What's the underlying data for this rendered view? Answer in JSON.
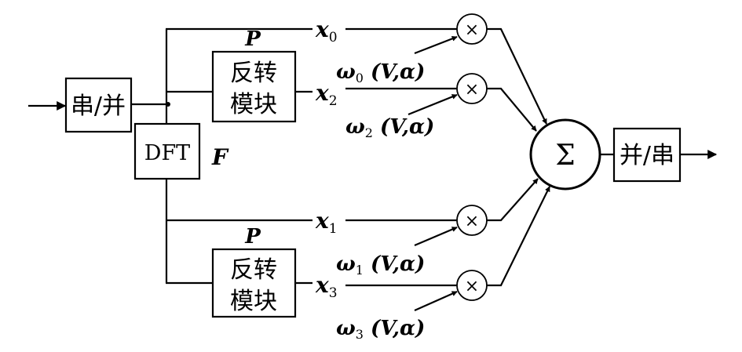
{
  "blocks": {
    "serial_to_parallel": "串/并",
    "dft": "DFT",
    "dft_matrix": "F",
    "flip_top_line1": "反转",
    "flip_top_line2": "模块",
    "flip_bottom_line1": "反转",
    "flip_bottom_line2": "模块",
    "perm_top": "P",
    "perm_bottom": "P",
    "sum": "Σ",
    "parallel_to_serial": "并/串"
  },
  "signals": {
    "x0": {
      "base": "x",
      "sub": "0"
    },
    "x2": {
      "base": "x",
      "sub": "2"
    },
    "x1": {
      "base": "x",
      "sub": "1"
    },
    "x3": {
      "base": "x",
      "sub": "3"
    }
  },
  "weights": {
    "w0": {
      "base": "ω",
      "sub": "0",
      "args": " (V,α)"
    },
    "w2": {
      "base": "ω",
      "sub": "2",
      "args": " (V,α)"
    },
    "w1": {
      "base": "ω",
      "sub": "1",
      "args": " (V,α)"
    },
    "w3": {
      "base": "ω",
      "sub": "3",
      "args": " (V,α)"
    }
  },
  "multiplier_symbol": "×"
}
